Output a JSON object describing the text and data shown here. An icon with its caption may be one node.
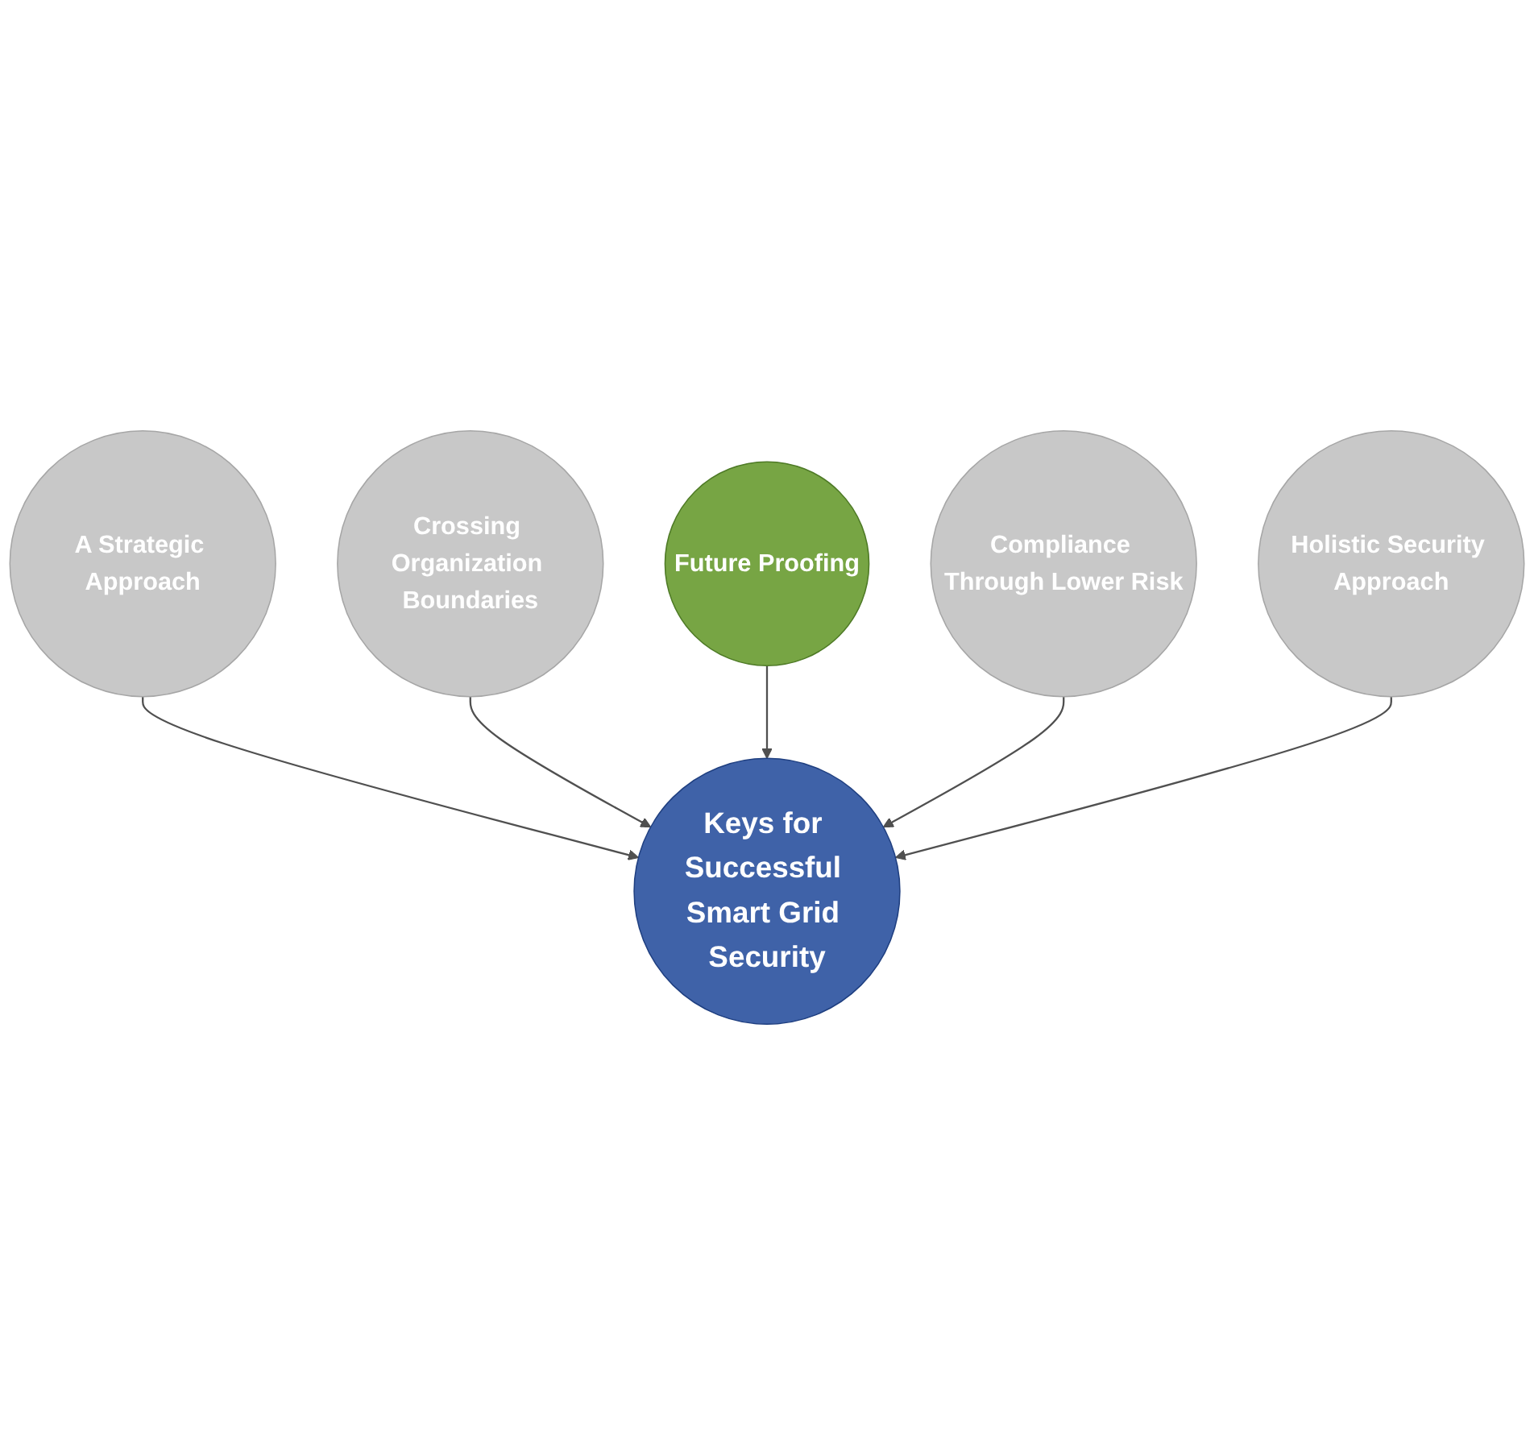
{
  "diagram": {
    "nodes": [
      {
        "text": [
          "A Strategic Approach"
        ]
      },
      {
        "text": [
          "Crossing Organization Boundaries"
        ]
      },
      {
        "text": [
          "Future Proofing"
        ]
      },
      {
        "text": [
          "Keys for Successful Smart Grid Security"
        ]
      },
      {
        "text": [
          "Compliance Through Lower Risk"
        ]
      },
      {
        "text": [
          "Holistic Security Approach"
        ]
      }
    ],
    "edges": [
      {
        "from": 0,
        "to": 3,
        "arrow": "to"
      },
      {
        "from": 1,
        "to": 3,
        "arrow": "to"
      },
      {
        "from": 2,
        "to": 3,
        "arrow": "to"
      },
      {
        "from": 4,
        "to": 3,
        "arrow": "to"
      },
      {
        "from": 5,
        "to": 3,
        "arrow": "to"
      }
    ]
  }
}
